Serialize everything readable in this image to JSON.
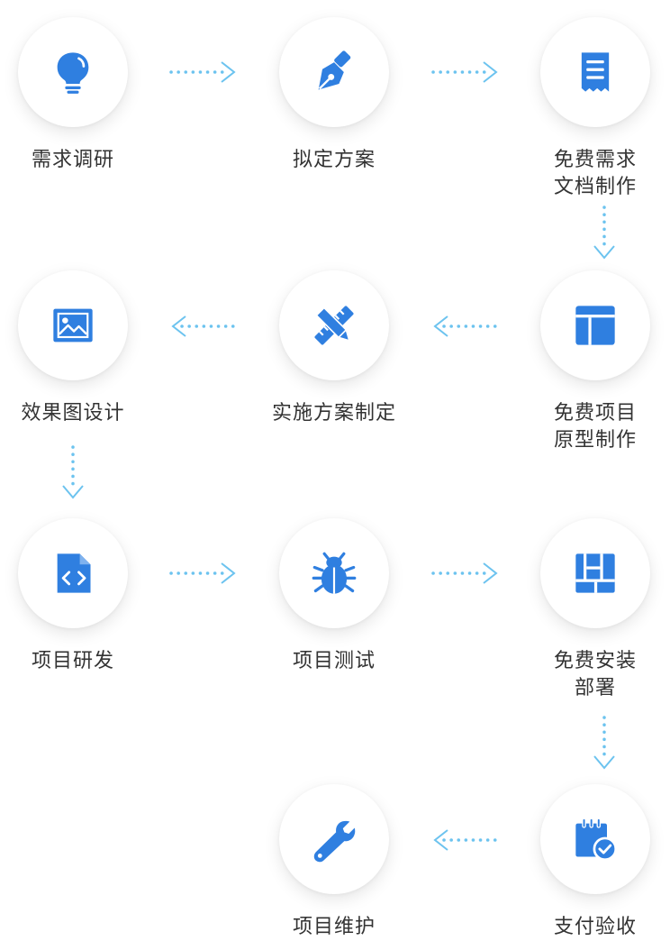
{
  "accent_color": "#2f7fe0",
  "arrow_color": "#6cc3ef",
  "steps": [
    {
      "label": "需求调研",
      "icon": "lightbulb-icon"
    },
    {
      "label": "拟定方案",
      "icon": "pen-nib-icon"
    },
    {
      "label_lines": [
        "免费需求",
        "文档制作"
      ],
      "icon": "receipt-icon"
    },
    {
      "label_lines": [
        "免费项目",
        "原型制作"
      ],
      "icon": "layout-icon"
    },
    {
      "label": "实施方案制定",
      "icon": "pencil-ruler-icon"
    },
    {
      "label": "效果图设计",
      "icon": "image-icon"
    },
    {
      "label": "项目研发",
      "icon": "code-file-icon"
    },
    {
      "label": "项目测试",
      "icon": "bug-icon"
    },
    {
      "label_lines": [
        "免费安装",
        "部署"
      ],
      "icon": "dashboard-icon"
    },
    {
      "label": "支付验收",
      "icon": "calendar-check-icon"
    },
    {
      "label": "项目维护",
      "icon": "wrench-icon"
    }
  ]
}
